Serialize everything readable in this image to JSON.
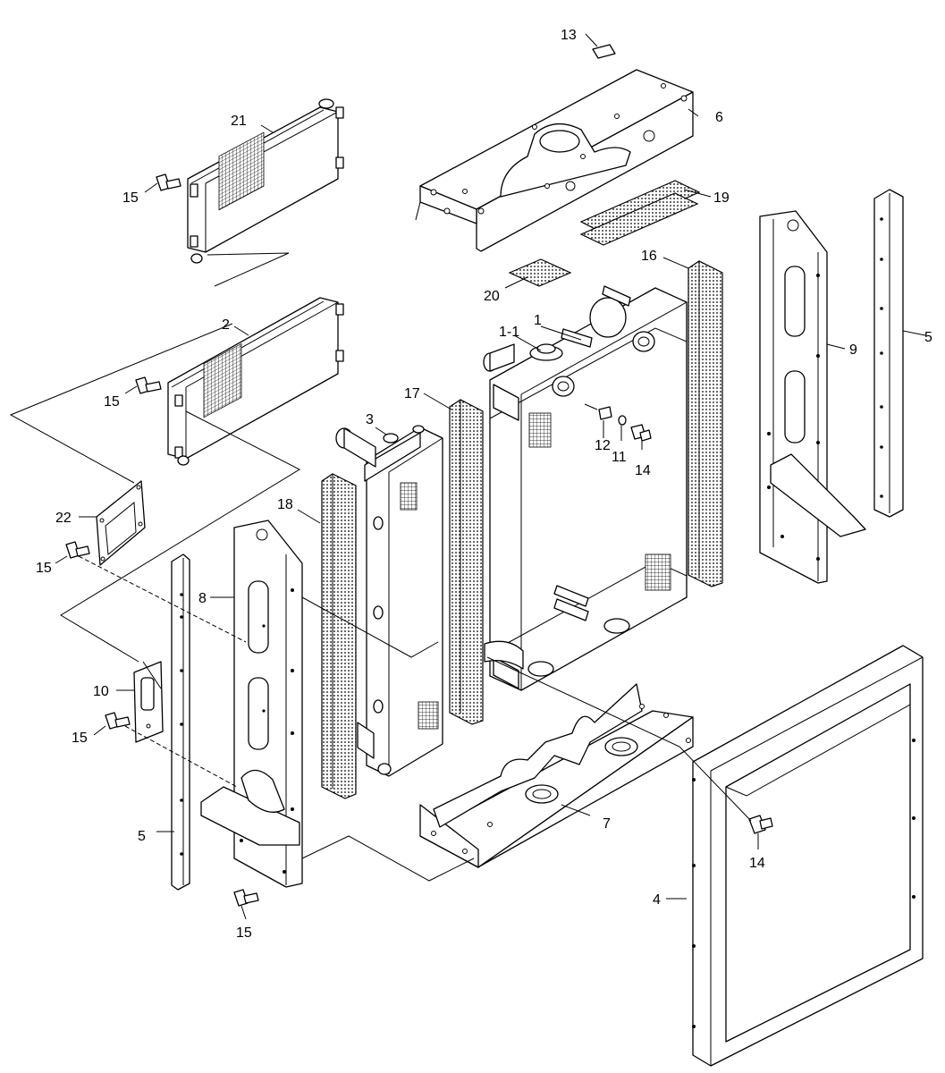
{
  "callouts": {
    "c1": "1",
    "c1_1": "1-1",
    "c2": "2",
    "c3": "3",
    "c4": "4",
    "c5a": "5",
    "c5b": "5",
    "c6": "6",
    "c7": "7",
    "c8": "8",
    "c9": "9",
    "c10": "10",
    "c11": "11",
    "c12": "12",
    "c13": "13",
    "c14a": "14",
    "c14b": "14",
    "c15a": "15",
    "c15b": "15",
    "c15c": "15",
    "c15d": "15",
    "c15e": "15",
    "c16": "16",
    "c17": "17",
    "c18": "18",
    "c19": "19",
    "c20": "20",
    "c21": "21",
    "c22": "22"
  },
  "colors": {
    "line": "#000000",
    "background": "#ffffff"
  }
}
